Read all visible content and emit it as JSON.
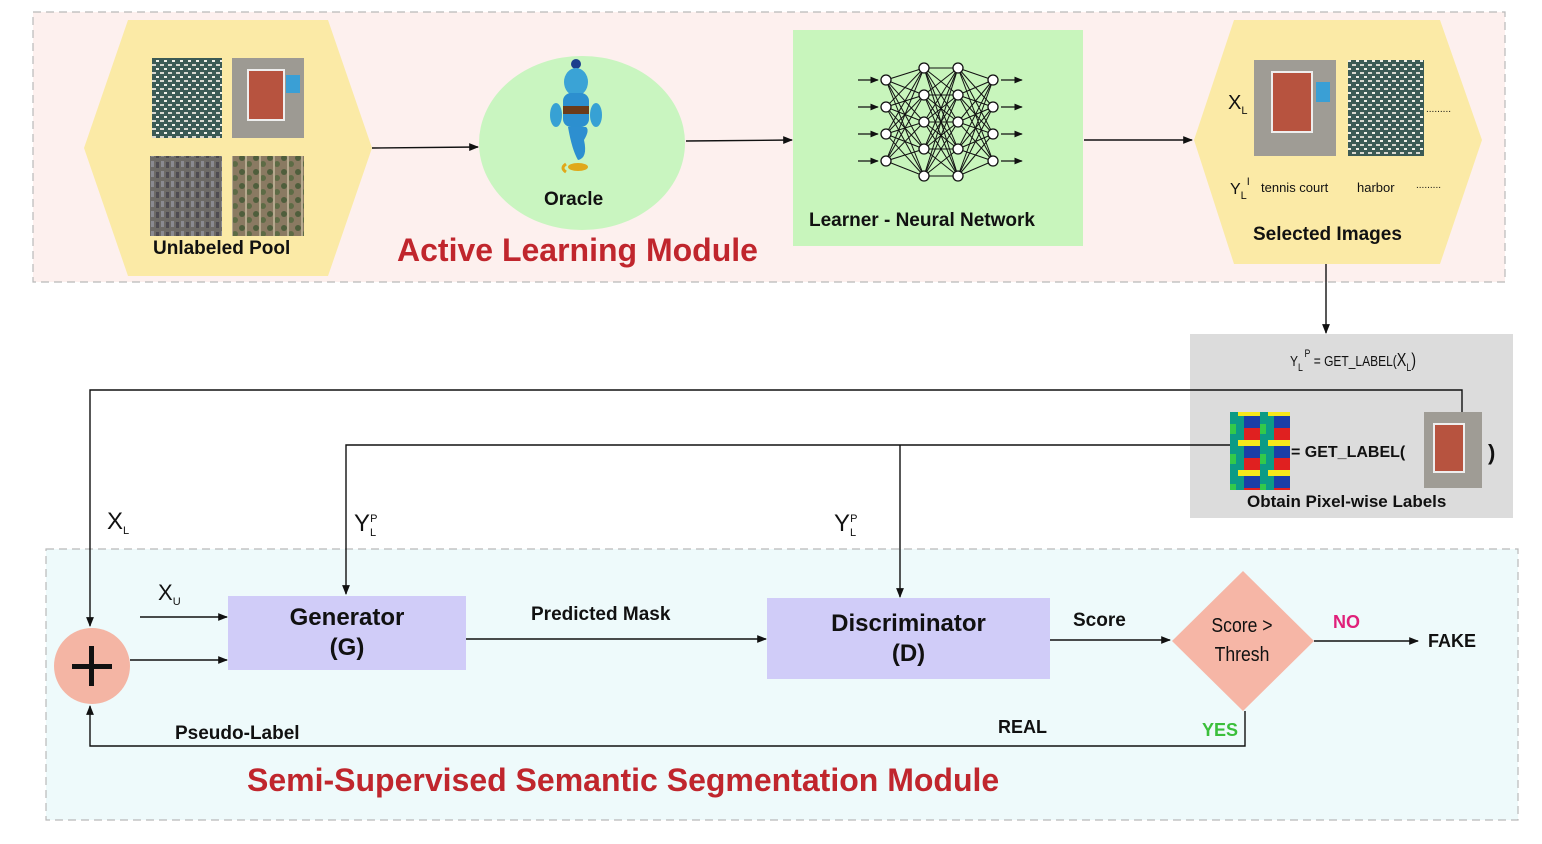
{
  "active_module": {
    "title": "Active Learning Module",
    "pool_label": "Unlabeled Pool",
    "oracle_label": "Oracle",
    "learner_label": "Learner - Neural Network",
    "selected_label": "Selected Images",
    "x_symbol": "X",
    "x_sub": "L",
    "y_symbol": "Y",
    "y_sub": "L",
    "y_sup": "I",
    "class_1": "tennis court",
    "class_2": "harbor",
    "ellipsis_1": ".........",
    "ellipsis_2": "........."
  },
  "label_box": {
    "formula_prefix": "Y",
    "formula_sub": "L",
    "formula_sup": "P",
    "formula_text": " = GET_LABEL(",
    "formula_x": "X",
    "formula_x_sub": "L",
    "formula_close": ")",
    "eq_text": "= GET_LABEL(",
    "eq_close": ")",
    "caption": "Obtain Pixel-wise Labels"
  },
  "ssl_module": {
    "title": "Semi-Supervised Semantic Segmentation Module",
    "xl_symbol": "X",
    "xl_sub": "L",
    "xu_symbol": "X",
    "xu_sub": "U",
    "ylp_1_symbol": "Y",
    "ylp_1_sub": "L",
    "ylp_1_sup": "P",
    "ylp_2_symbol": "Y",
    "ylp_2_sub": "L",
    "ylp_2_sup": "P",
    "generator_line1": "Generator",
    "generator_line2": "(G)",
    "discriminator_line1": "Discriminator",
    "discriminator_line2": "(D)",
    "predicted_mask": "Predicted Mask",
    "score": "Score",
    "decision_line1": "Score >",
    "decision_line2": "Thresh",
    "no_label": "NO",
    "yes_label": "YES",
    "fake_label": "FAKE",
    "real_label": "REAL",
    "pseudo_label": "Pseudo-Label",
    "plus_symbol": "+"
  },
  "colors": {
    "active_bg": "#fdf0ee",
    "ssl_bg": "#eefafb",
    "hexagon": "#fbeaa6",
    "oracle_bg": "#c9f5c0",
    "learner_bg": "#c8f5bc",
    "label_box_bg": "#dcdcdc",
    "gen_disc_bg": "#d0ccf8",
    "decision_bg": "#f6b6a6",
    "plus_bg": "#f4b5a4",
    "title_red": "#c0262d",
    "no_pink": "#e0207a",
    "yes_green": "#3bbf3b"
  }
}
